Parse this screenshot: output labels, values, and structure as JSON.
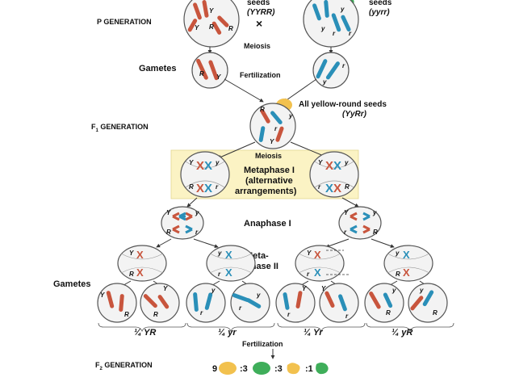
{
  "colors": {
    "red": "#c8553d",
    "blue": "#2a8fb8",
    "yellow_seed": "#f2c14e",
    "green_seed": "#3fae5a",
    "highlight": "#fbf3c4",
    "cell_fill": "#f3f3f3"
  },
  "labels": {
    "p_generation": "P GENERATION",
    "f1_generation_main": "F",
    "f1_generation_sub": "1",
    "f1_generation_rest": " GENERATION",
    "f2_generation_main": "F",
    "f2_generation_sub": "2",
    "f2_generation_rest": " GENERATION",
    "gametes_top": "Gametes",
    "gametes_bottom": "Gametes",
    "seeds_left": "seeds",
    "seeds_left_genotype": "(YYRR)",
    "seeds_right": "seeds",
    "seeds_right_genotype": "(yyrr)",
    "cross": "×",
    "meiosis_1": "Meiosis",
    "fertilization_1": "Fertilization",
    "f1_seeds_line1": "All yellow-round seeds",
    "f1_seeds_line2": "(YyRr)",
    "meiosis_2": "Meiosis",
    "metaphase_1_line1": "Metaphase I",
    "metaphase_1_line2": "(alternative",
    "metaphase_1_line3": "arrangements)",
    "anaphase_1": "Anaphase I",
    "metaphase_2_line1": "Meta-",
    "metaphase_2_line2": "phase II",
    "fertilization_2": "Fertilization",
    "gamete_YR": "¼ YR",
    "gamete_yr": "¼ yr",
    "gamete_Yr": "¼ Yr",
    "gamete_yR": "¼ yR",
    "ratio_9": "9",
    "ratio_3a": ":3",
    "ratio_3b": ":3",
    "ratio_1": ":1"
  },
  "alleles": {
    "Y_upper": "Y",
    "y_lower": "y",
    "R_upper": "R",
    "r_lower": "r"
  }
}
